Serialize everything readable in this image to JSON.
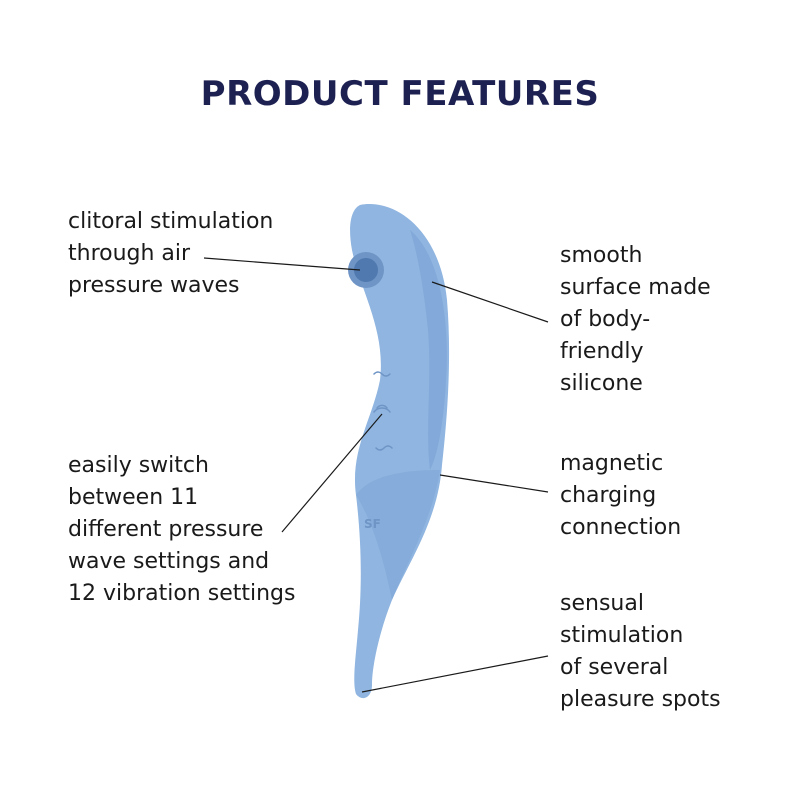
{
  "title": "PRODUCT FEATURES",
  "features": {
    "air_pressure": "clitoral stimulation\nthrough air\npressure waves",
    "settings": "easily switch\nbetween 11\ndifferent pressure\nwave settings and\n12 vibration settings",
    "silicone": "smooth\nsurface made\nof body-\nfriendly\nsilicone",
    "charging": "magnetic\ncharging\nconnection",
    "spots": "sensual\nstimulation\nof several\npleasure spots"
  },
  "product": {
    "logo_text": "SF"
  },
  "colors": {
    "title": "#1d2152",
    "text": "#1a1a1a",
    "product_body": "#8fb5e0",
    "product_shadow": "#6f95c6",
    "leader_line": "#1a1a1a"
  }
}
